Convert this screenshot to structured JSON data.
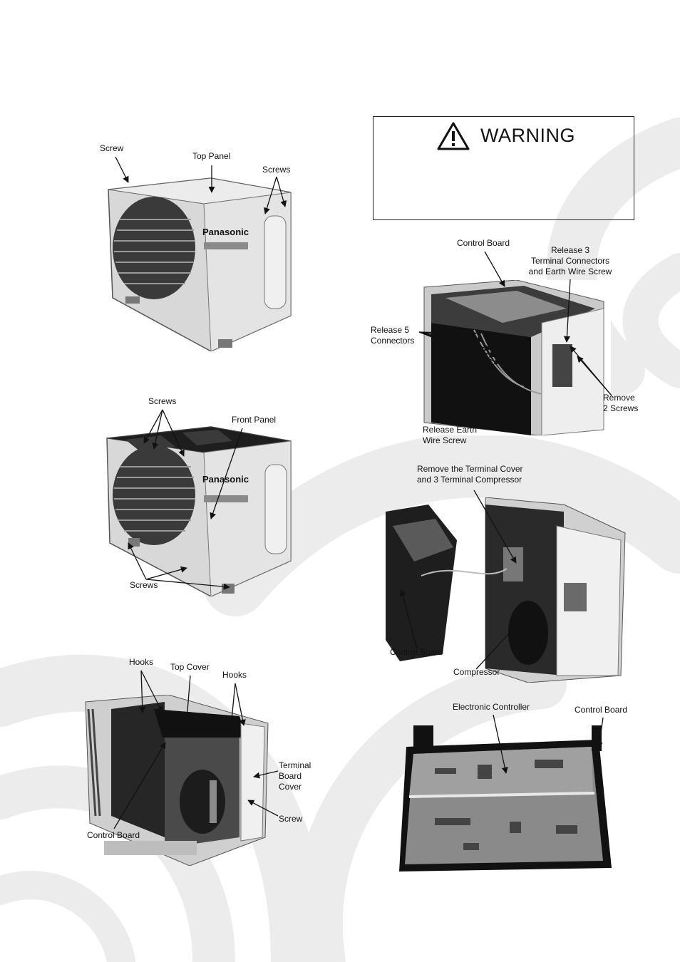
{
  "warning": {
    "title": "WARNING",
    "icon": "warning-triangle-icon"
  },
  "photos": [
    {
      "id": "top-panel-removal",
      "labels": [
        "Screw",
        "Top Panel",
        "Screws"
      ],
      "brand_text": "Panasonic"
    },
    {
      "id": "front-panel-removal",
      "labels": [
        "Screws",
        "Front Panel",
        "Screws"
      ],
      "brand_text": "Panasonic"
    },
    {
      "id": "unit-internal-view",
      "labels": [
        "Hooks",
        "Top Cover",
        "Hooks",
        "Terminal\nBoard\nCover",
        "Screw",
        "Control Board"
      ]
    },
    {
      "id": "control-board-connectors",
      "labels": [
        "Control Board",
        "Release 3\nTerminal Connectors\nand Earth Wire Screw",
        "Release 5\nConnectors",
        "Remove\n2 Screws",
        "Release Earth\nWire Screw"
      ]
    },
    {
      "id": "compressor-terminal",
      "labels": [
        "Remove the Terminal Cover\nand 3 Terminal Compressor",
        "Control Board",
        "Compressor"
      ]
    },
    {
      "id": "electronic-controller",
      "labels": [
        "Electronic Controller",
        "Control Board"
      ]
    }
  ],
  "colors": {
    "watermark": "#ececec",
    "photo_dark": "#1a1a1a",
    "photo_mid": "#7a7a7a",
    "photo_light": "#d6d6d6",
    "line": "#111111"
  }
}
